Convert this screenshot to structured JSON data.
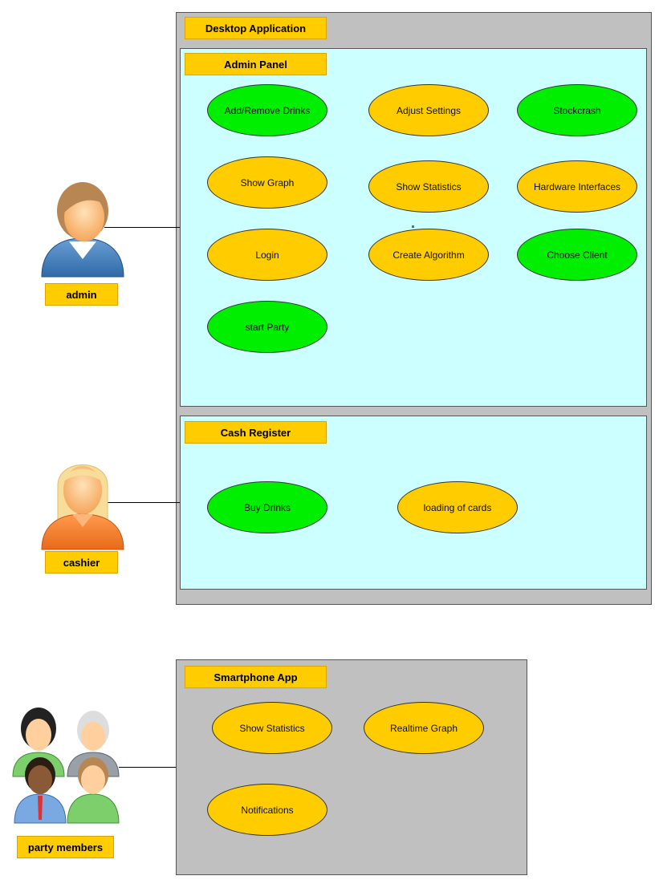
{
  "desktop": {
    "title": "Desktop Application",
    "admin_panel": {
      "title": "Admin Panel",
      "use_cases": [
        {
          "label": "Add/Remove Drinks",
          "color": "green"
        },
        {
          "label": "Adjust Settings",
          "color": "yellow"
        },
        {
          "label": "Stockcrash",
          "color": "green"
        },
        {
          "label": "Show Graph",
          "color": "yellow"
        },
        {
          "label": "Show Statistics",
          "color": "yellow"
        },
        {
          "label": "Hardware Interfaces",
          "color": "yellow"
        },
        {
          "label": "Login",
          "color": "yellow"
        },
        {
          "label": "Create Algorithm",
          "color": "yellow"
        },
        {
          "label": "Choose Client",
          "color": "green"
        },
        {
          "label": "start Party",
          "color": "green"
        }
      ]
    },
    "cash_register": {
      "title": "Cash Register",
      "use_cases": [
        {
          "label": "Buy Drinks",
          "color": "green"
        },
        {
          "label": "loading of cards",
          "color": "yellow"
        }
      ]
    }
  },
  "smartphone": {
    "title": "Smartphone App",
    "use_cases": [
      {
        "label": "Show Statistics",
        "color": "yellow"
      },
      {
        "label": "Realtime Graph",
        "color": "yellow"
      },
      {
        "label": "Notifications",
        "color": "yellow"
      }
    ]
  },
  "actors": {
    "admin": "admin",
    "cashier": "cashier",
    "party_members": "party members"
  },
  "colors": {
    "use_case_yellow": "#ffcc00",
    "use_case_green": "#00ee00",
    "system_bg": "#c0c0c0",
    "subsystem_bg": "#ccffff",
    "label_bg": "#ffcc00"
  }
}
